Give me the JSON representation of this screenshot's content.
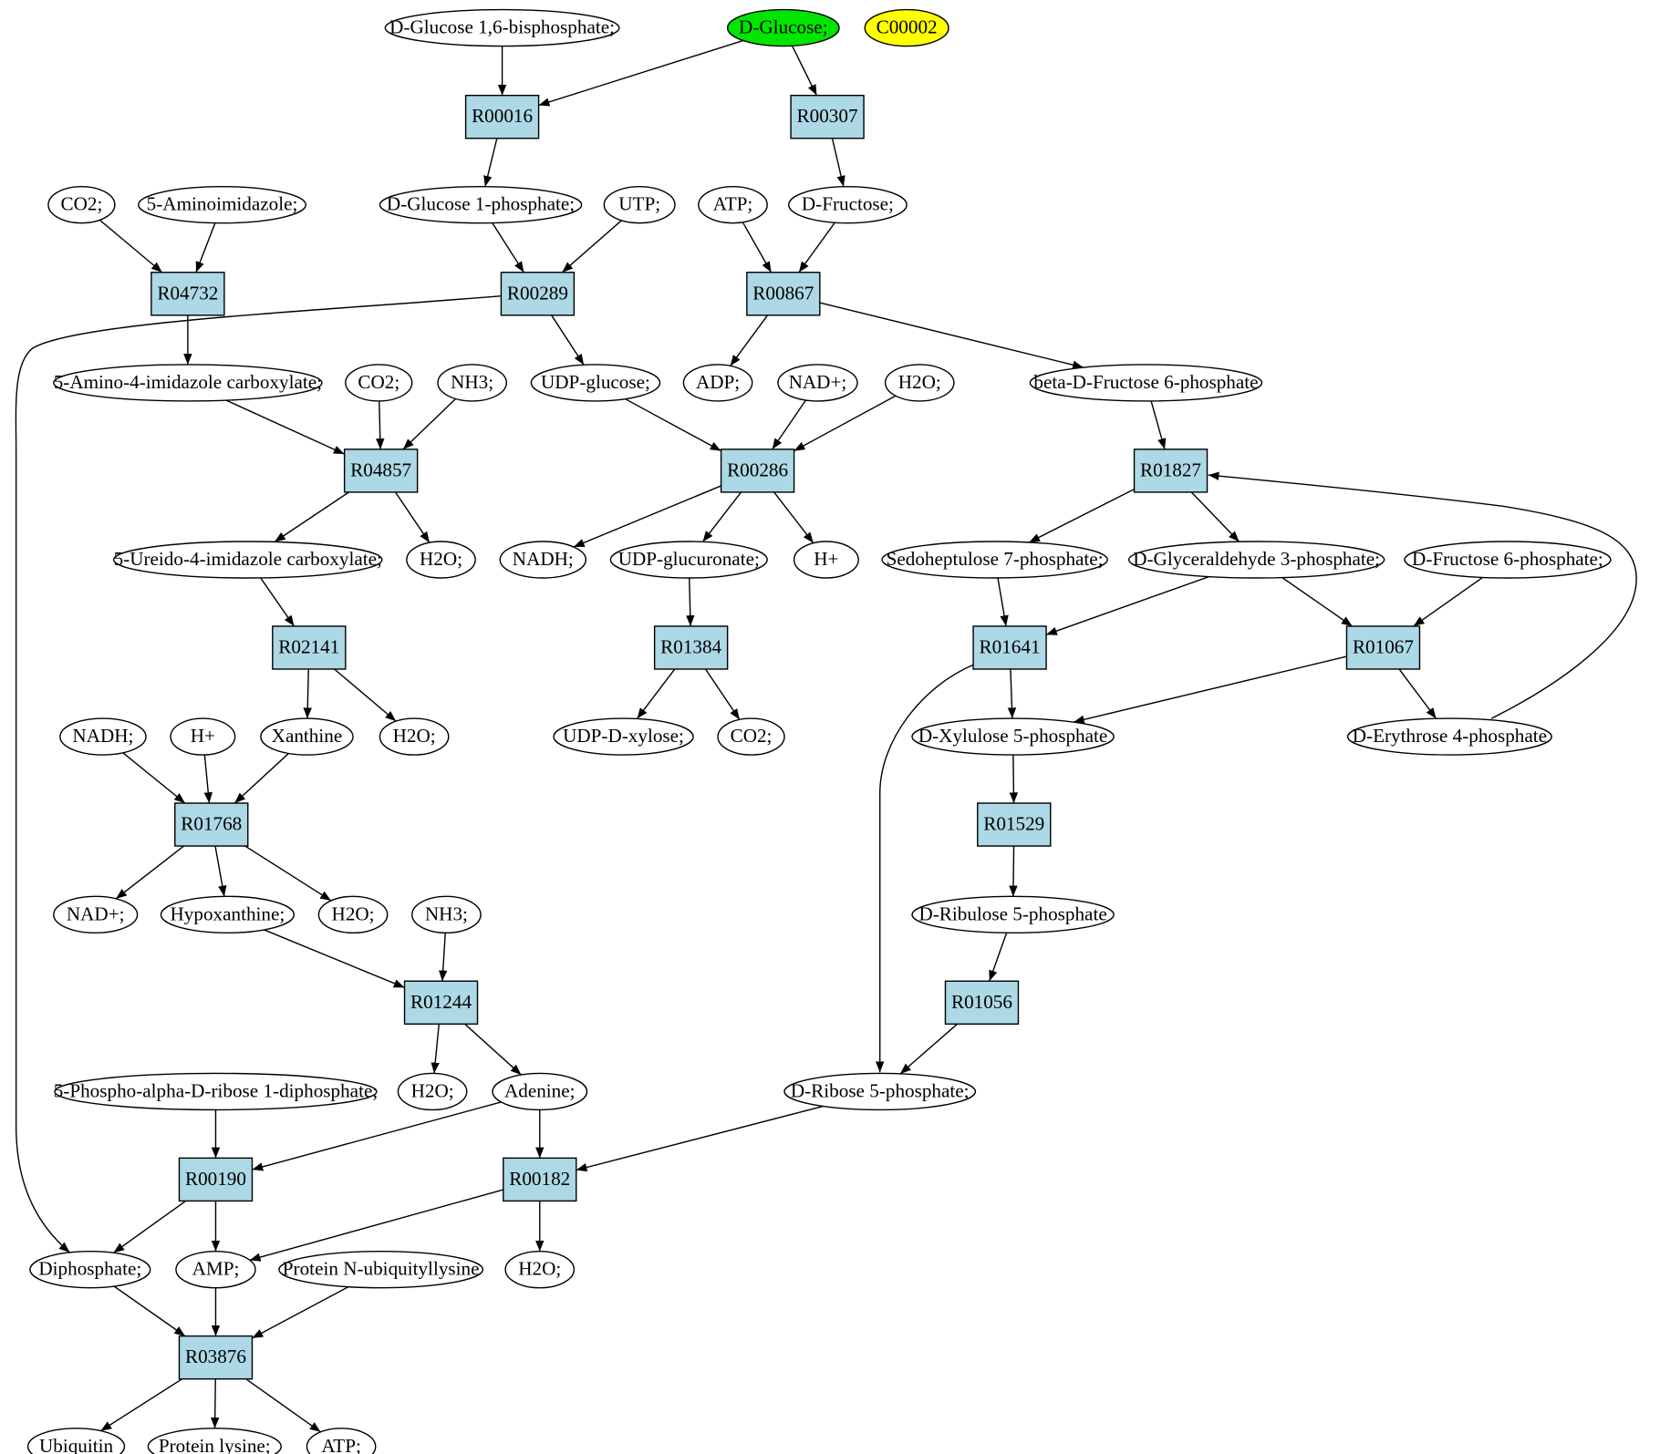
{
  "colors": {
    "reaction_fill": "#add8e6",
    "compound_fill": "#ffffff",
    "highlight_green": "#00e600",
    "highlight_yellow": "#ffff00",
    "stroke": "#000000"
  },
  "nodes": {
    "d_glucose_16bp": {
      "label": "D-Glucose 1,6-bisphosphate;",
      "kind": "compound"
    },
    "d_glucose": {
      "label": "D-Glucose;",
      "kind": "compound",
      "fill": "green"
    },
    "c00002": {
      "label": "C00002",
      "kind": "compound",
      "fill": "yellow"
    },
    "r00016": {
      "label": "R00016",
      "kind": "reaction"
    },
    "r00307": {
      "label": "R00307",
      "kind": "reaction"
    },
    "co2_a": {
      "label": "CO2;",
      "kind": "compound"
    },
    "aminoimidazole": {
      "label": "5-Aminoimidazole;",
      "kind": "compound"
    },
    "d_glucose_1p": {
      "label": "D-Glucose 1-phosphate;",
      "kind": "compound"
    },
    "utp": {
      "label": "UTP;",
      "kind": "compound"
    },
    "atp_a": {
      "label": "ATP;",
      "kind": "compound"
    },
    "d_fructose": {
      "label": "D-Fructose;",
      "kind": "compound"
    },
    "r04732": {
      "label": "R04732",
      "kind": "reaction"
    },
    "r00289": {
      "label": "R00289",
      "kind": "reaction"
    },
    "r00867": {
      "label": "R00867",
      "kind": "reaction"
    },
    "amino_imid_carbox": {
      "label": "5-Amino-4-imidazole carboxylate;",
      "kind": "compound"
    },
    "co2_b": {
      "label": "CO2;",
      "kind": "compound"
    },
    "nh3_a": {
      "label": "NH3;",
      "kind": "compound"
    },
    "udp_glucose": {
      "label": "UDP-glucose;",
      "kind": "compound"
    },
    "adp": {
      "label": "ADP;",
      "kind": "compound"
    },
    "nad_plus_a": {
      "label": "NAD+;",
      "kind": "compound"
    },
    "h2o_a": {
      "label": "H2O;",
      "kind": "compound"
    },
    "beta_f6p": {
      "label": "beta-D-Fructose 6-phosphate",
      "kind": "compound"
    },
    "r04857": {
      "label": "R04857",
      "kind": "reaction"
    },
    "r00286": {
      "label": "R00286",
      "kind": "reaction"
    },
    "r01827": {
      "label": "R01827",
      "kind": "reaction"
    },
    "ureido_imid_carbox": {
      "label": "5-Ureido-4-imidazole carboxylate;",
      "kind": "compound"
    },
    "h2o_b": {
      "label": "H2O;",
      "kind": "compound"
    },
    "nadh_a": {
      "label": "NADH;",
      "kind": "compound"
    },
    "udp_glucuronate": {
      "label": "UDP-glucuronate;",
      "kind": "compound"
    },
    "h_plus_a": {
      "label": "H+",
      "kind": "compound"
    },
    "sedoheptulose_7p": {
      "label": "Sedoheptulose 7-phosphate;",
      "kind": "compound"
    },
    "d_g3p": {
      "label": "D-Glyceraldehyde 3-phosphate;",
      "kind": "compound"
    },
    "d_f6p": {
      "label": "D-Fructose 6-phosphate;",
      "kind": "compound"
    },
    "r02141": {
      "label": "R02141",
      "kind": "reaction"
    },
    "r01384": {
      "label": "R01384",
      "kind": "reaction"
    },
    "r01641": {
      "label": "R01641",
      "kind": "reaction"
    },
    "r01067": {
      "label": "R01067",
      "kind": "reaction"
    },
    "nadh_b": {
      "label": "NADH;",
      "kind": "compound"
    },
    "h_plus_b": {
      "label": "H+",
      "kind": "compound"
    },
    "xanthine": {
      "label": "Xanthine",
      "kind": "compound"
    },
    "h2o_c": {
      "label": "H2O;",
      "kind": "compound"
    },
    "udp_d_xylose": {
      "label": "UDP-D-xylose;",
      "kind": "compound"
    },
    "co2_c": {
      "label": "CO2;",
      "kind": "compound"
    },
    "d_xylulose_5p": {
      "label": "D-Xylulose 5-phosphate",
      "kind": "compound"
    },
    "d_erythrose_4p": {
      "label": "D-Erythrose 4-phosphate",
      "kind": "compound"
    },
    "r01768": {
      "label": "R01768",
      "kind": "reaction"
    },
    "r01529": {
      "label": "R01529",
      "kind": "reaction"
    },
    "nad_plus_b": {
      "label": "NAD+;",
      "kind": "compound"
    },
    "hypoxanthine": {
      "label": "Hypoxanthine;",
      "kind": "compound"
    },
    "h2o_d": {
      "label": "H2O;",
      "kind": "compound"
    },
    "nh3_b": {
      "label": "NH3;",
      "kind": "compound"
    },
    "d_ribulose_5p": {
      "label": "D-Ribulose 5-phosphate",
      "kind": "compound"
    },
    "r01244": {
      "label": "R01244",
      "kind": "reaction"
    },
    "r01056": {
      "label": "R01056",
      "kind": "reaction"
    },
    "prpp": {
      "label": "5-Phospho-alpha-D-ribose 1-diphosphate;",
      "kind": "compound"
    },
    "h2o_e": {
      "label": "H2O;",
      "kind": "compound"
    },
    "adenine": {
      "label": "Adenine;",
      "kind": "compound"
    },
    "d_ribose_5p": {
      "label": "D-Ribose 5-phosphate;",
      "kind": "compound"
    },
    "r00190": {
      "label": "R00190",
      "kind": "reaction"
    },
    "r00182": {
      "label": "R00182",
      "kind": "reaction"
    },
    "diphosphate": {
      "label": "Diphosphate;",
      "kind": "compound"
    },
    "amp": {
      "label": "AMP;",
      "kind": "compound"
    },
    "protein_n_ubiq": {
      "label": "Protein N-ubiquityllysine",
      "kind": "compound"
    },
    "h2o_f": {
      "label": "H2O;",
      "kind": "compound"
    },
    "r03876": {
      "label": "R03876",
      "kind": "reaction"
    },
    "ubiquitin": {
      "label": "Ubiquitin",
      "kind": "compound"
    },
    "protein_lysine": {
      "label": "Protein lysine;",
      "kind": "compound"
    },
    "atp_b": {
      "label": "ATP;",
      "kind": "compound"
    }
  },
  "edges": [
    [
      "d_glucose_16bp",
      "r00016"
    ],
    [
      "d_glucose",
      "r00016"
    ],
    [
      "d_glucose",
      "r00307"
    ],
    [
      "r00016",
      "d_glucose_1p"
    ],
    [
      "r00307",
      "d_fructose"
    ],
    [
      "co2_a",
      "r04732"
    ],
    [
      "aminoimidazole",
      "r04732"
    ],
    [
      "d_glucose_1p",
      "r00289"
    ],
    [
      "utp",
      "r00289"
    ],
    [
      "atp_a",
      "r00867"
    ],
    [
      "d_fructose",
      "r00867"
    ],
    [
      "r04732",
      "amino_imid_carbox"
    ],
    [
      "r00289",
      "udp_glucose"
    ],
    [
      "r00289",
      "diphosphate"
    ],
    [
      "r00867",
      "adp"
    ],
    [
      "r00867",
      "beta_f6p"
    ],
    [
      "amino_imid_carbox",
      "r04857"
    ],
    [
      "co2_b",
      "r04857"
    ],
    [
      "nh3_a",
      "r04857"
    ],
    [
      "udp_glucose",
      "r00286"
    ],
    [
      "nad_plus_a",
      "r00286"
    ],
    [
      "h2o_a",
      "r00286"
    ],
    [
      "beta_f6p",
      "r01827"
    ],
    [
      "d_erythrose_4p",
      "r01827"
    ],
    [
      "r04857",
      "ureido_imid_carbox"
    ],
    [
      "r04857",
      "h2o_b"
    ],
    [
      "r00286",
      "nadh_a"
    ],
    [
      "r00286",
      "udp_glucuronate"
    ],
    [
      "r00286",
      "h_plus_a"
    ],
    [
      "r01827",
      "sedoheptulose_7p"
    ],
    [
      "r01827",
      "d_g3p"
    ],
    [
      "ureido_imid_carbox",
      "r02141"
    ],
    [
      "udp_glucuronate",
      "r01384"
    ],
    [
      "sedoheptulose_7p",
      "r01641"
    ],
    [
      "d_g3p",
      "r01641"
    ],
    [
      "d_g3p",
      "r01067"
    ],
    [
      "d_f6p",
      "r01067"
    ],
    [
      "r02141",
      "xanthine"
    ],
    [
      "r02141",
      "h2o_c"
    ],
    [
      "r01384",
      "udp_d_xylose"
    ],
    [
      "r01384",
      "co2_c"
    ],
    [
      "r01641",
      "d_xylulose_5p"
    ],
    [
      "r01641",
      "d_ribose_5p"
    ],
    [
      "r01067",
      "d_xylulose_5p"
    ],
    [
      "r01067",
      "d_erythrose_4p"
    ],
    [
      "nadh_b",
      "r01768"
    ],
    [
      "h_plus_b",
      "r01768"
    ],
    [
      "xanthine",
      "r01768"
    ],
    [
      "d_xylulose_5p",
      "r01529"
    ],
    [
      "r01768",
      "nad_plus_b"
    ],
    [
      "r01768",
      "hypoxanthine"
    ],
    [
      "r01768",
      "h2o_d"
    ],
    [
      "r01529",
      "d_ribulose_5p"
    ],
    [
      "hypoxanthine",
      "r01244"
    ],
    [
      "nh3_b",
      "r01244"
    ],
    [
      "d_ribulose_5p",
      "r01056"
    ],
    [
      "r01244",
      "h2o_e"
    ],
    [
      "r01244",
      "adenine"
    ],
    [
      "r01056",
      "d_ribose_5p"
    ],
    [
      "prpp",
      "r00190"
    ],
    [
      "adenine",
      "r00190"
    ],
    [
      "adenine",
      "r00182"
    ],
    [
      "d_ribose_5p",
      "r00182"
    ],
    [
      "r00190",
      "diphosphate"
    ],
    [
      "r00190",
      "amp"
    ],
    [
      "r00182",
      "amp"
    ],
    [
      "r00182",
      "h2o_f"
    ],
    [
      "diphosphate",
      "r03876"
    ],
    [
      "amp",
      "r03876"
    ],
    [
      "protein_n_ubiq",
      "r03876"
    ],
    [
      "r03876",
      "ubiquitin"
    ],
    [
      "r03876",
      "protein_lysine"
    ],
    [
      "r03876",
      "atp_b"
    ]
  ]
}
